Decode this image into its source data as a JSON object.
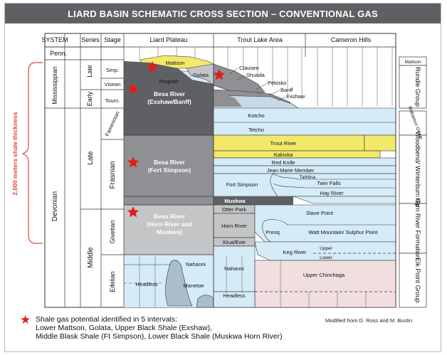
{
  "title": "LIARD BASIN SCHEMATIC CROSS SECTION – CONVENTIONAL GAS",
  "headers": {
    "system": "SYSTEM",
    "series": "Series",
    "stage": "Stage",
    "liard": "Liard Plateau",
    "trout": "Trout Lake Area",
    "cameron": "Cameron Hills"
  },
  "systems": {
    "penn": "Penn.",
    "miss": "Mississippian",
    "devonian": "Devonian"
  },
  "series": {
    "late_miss": "Late",
    "early_miss": "Early",
    "late_dev": "Late",
    "middle_dev": "Middle"
  },
  "stages": {
    "serp": "Serp.",
    "visean": "Visean",
    "tourn": "Tourn.",
    "famennian": "Famennian",
    "frasnian": "Frasnian",
    "givetian": "Givetian",
    "eifelian": "Eifelian"
  },
  "units": {
    "mattson": "Mattson",
    "prophet": "Prophet",
    "golata": "Golata",
    "clausen": "Clausen",
    "shunda": "Shunda",
    "pekisko": "Pekisko",
    "banff": "Banff",
    "exshaw": "Exshaw",
    "besa1_a": "Besa River",
    "besa1_b": "(Exshaw/Banff)",
    "kotcho": "Kotcho",
    "tetcho": "Tetcho",
    "besa2_a": "Besa River",
    "besa2_b": "(Fort Simpson)",
    "trout_river": "Trout River",
    "kakiska": "Kakiska",
    "red_knife": "Red Knife",
    "jean_marie": "Jean Marie Member",
    "tathlina": "Tathlina",
    "twin_falls": "Twin Falls",
    "hay_river": "Hay River",
    "fort_simpson": "Fort Simpson",
    "muskwa": "Muskwa",
    "besa3_a": "Besa River",
    "besa3_b": "(Horn River and",
    "besa3_c": "Muskwa)",
    "otter_park": "Otter Park",
    "slave_point": "Slave Point",
    "horn_river": "Horn River",
    "presq": "Presq.",
    "watt_mountain": "Watt Mountain/ Sulphur Point",
    "klua": "Klua/Evie",
    "keg_river": "Keg River",
    "upper": "Upper",
    "lower": "Lower",
    "nahanni": "Nahanni",
    "nahanni2": "Nahanni",
    "upper_chinchaga": "Upper Chinchaga",
    "headless": "Headless",
    "manetoe": "Manetoe",
    "headless2": "Headless"
  },
  "right_groups": {
    "mattson": "Mattson",
    "rundle": "Rundle Group",
    "wabamun": "Wabamun Group",
    "woodbend": "Woodbend/ Winterburn Gp",
    "horn_river_fm": "Horn River Formation",
    "elk_point": "Elk Point Group"
  },
  "thickness_label": "2,000 meters shale thickness",
  "legend": {
    "line1": "Shale gas potential identified in 5 intervals:",
    "line2": "Lower Mattson, Golata, Upper Black Shale (Exshaw),",
    "line3": "Middle Blask Shale (Ft Simpson), Lower Black Shale (Muskwa Horn River)"
  },
  "credit": "Modified from D. Ross and M. Bustin",
  "colors": {
    "title_bg": "#5f6064",
    "yellow": "#f2e86a",
    "light_blue": "#d5ecf8",
    "dark_gray": "#5f6064",
    "mid_gray": "#8f9093",
    "light_gray": "#c4c5c7",
    "pink": "#f1dede",
    "star": "#e21b1b",
    "bracket": "#e0433b"
  }
}
